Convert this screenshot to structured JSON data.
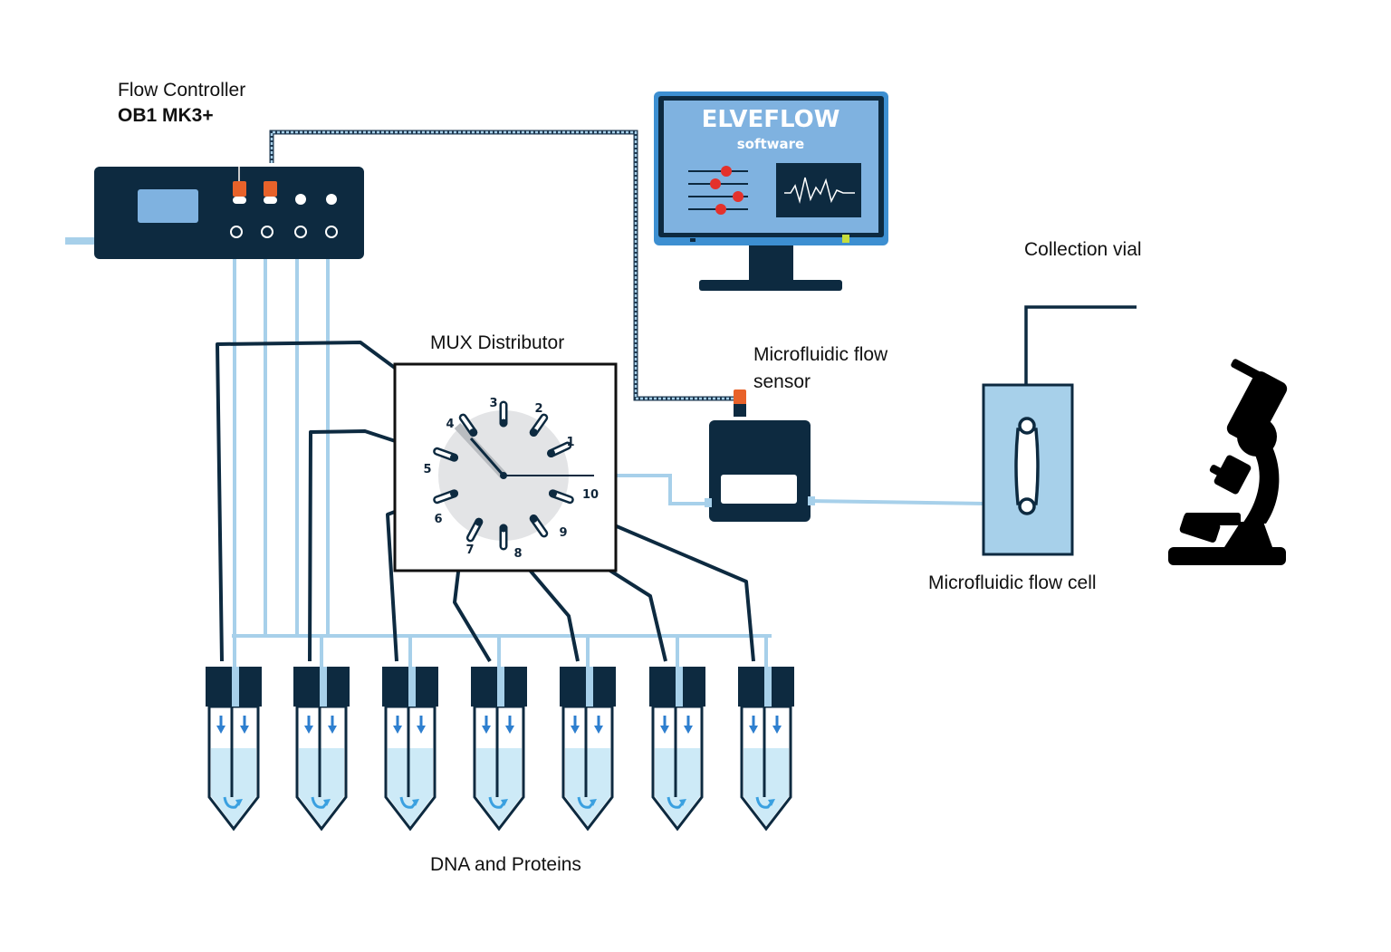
{
  "labels": {
    "flow_controller": "Flow Controller",
    "flow_controller_model": "OB1 MK3+",
    "mux_distributor": "MUX Distributor",
    "flow_sensor_line1": "Microfluidic flow",
    "flow_sensor_line2": "sensor",
    "collection_vial": "Collection vial",
    "flow_cell": "Microfluidic flow cell",
    "samples": "DNA and Proteins"
  },
  "software": {
    "brand": "ELVEFLOW",
    "subtitle": "software"
  },
  "mux_ports": [
    "1",
    "2",
    "3",
    "4",
    "5",
    "6",
    "7",
    "8",
    "9",
    "10"
  ],
  "sample_tubes": 7,
  "colors": {
    "dark_navy": "#0d2a40",
    "light_blue_tubing": "#a7d0ea",
    "screen_blue": "#7fb2e0",
    "monitor_frame": "#3d8fd1",
    "accent_red": "#e4312b",
    "sensor_orange": "#e8622a",
    "liquid": "#cdeaf7"
  }
}
